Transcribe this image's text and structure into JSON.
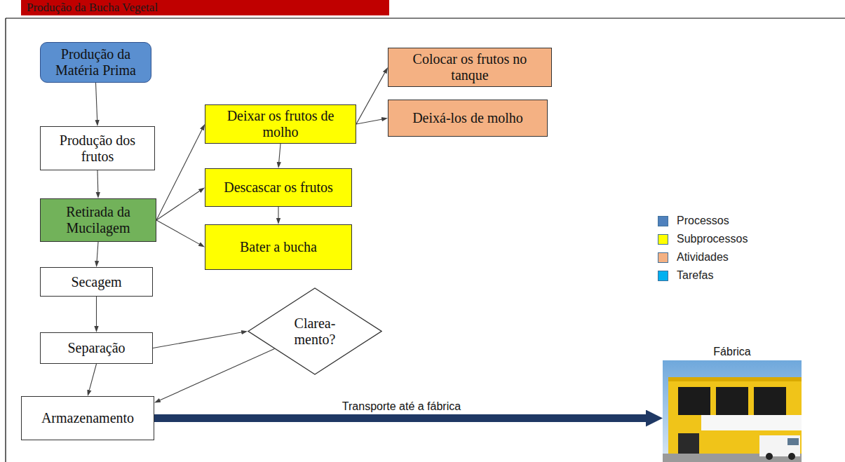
{
  "diagram": {
    "title": "Produção da Bucha Vegetal",
    "nodes": [
      {
        "text": [
          "Produção da Matéria Prima"
        ]
      },
      {
        "text": [
          "Produção dos frutos"
        ]
      },
      {
        "text": [
          "Retirada da Mucilagem"
        ]
      },
      {
        "text": [
          "Secagem"
        ]
      },
      {
        "text": [
          "Separação"
        ]
      },
      {
        "text": [
          "Clarea- mento?"
        ]
      },
      {
        "text": [
          "Armazenamento"
        ]
      },
      {
        "text": [
          "Deixar os frutos de molho"
        ]
      },
      {
        "text": [
          "Descascar os frutos"
        ]
      },
      {
        "text": [
          "Bater a bucha"
        ]
      },
      {
        "text": [
          "Colocar os frutos no tanque"
        ]
      },
      {
        "text": [
          "Deixá-los de molho"
        ]
      },
      {
        "text": [
          "Fábrica"
        ]
      }
    ],
    "edges": [
      {
        "from": 0,
        "to": 1,
        "arrow": "to"
      },
      {
        "from": 1,
        "to": 2,
        "arrow": "to"
      },
      {
        "from": 2,
        "to": 3,
        "arrow": "to"
      },
      {
        "from": 3,
        "to": 4,
        "arrow": "to"
      },
      {
        "from": 4,
        "to": 6,
        "arrow": "to"
      },
      {
        "from": 4,
        "to": 5,
        "arrow": "to"
      },
      {
        "from": 5,
        "to": 6,
        "arrow": "to"
      },
      {
        "from": 2,
        "to": 7,
        "arrow": "to"
      },
      {
        "from": 2,
        "to": 8,
        "arrow": "to"
      },
      {
        "from": 2,
        "to": 9,
        "arrow": "to"
      },
      {
        "from": 7,
        "to": 8,
        "arrow": "to"
      },
      {
        "from": 8,
        "to": 9,
        "arrow": "to"
      },
      {
        "from": 7,
        "to": 10,
        "arrow": "to"
      },
      {
        "from": 7,
        "to": 11,
        "arrow": "to"
      },
      {
        "from": 6,
        "to": 12,
        "label": "Transporte até a fábrica",
        "arrow": "to"
      }
    ],
    "legend": [
      {
        "text": "Processos",
        "color": "#4f81bd"
      },
      {
        "text": "Subprocessos",
        "color": "#ffff00"
      },
      {
        "text": "Atividades",
        "color": "#f4b183"
      },
      {
        "text": "Tarefas",
        "color": "#00b0f0"
      }
    ]
  }
}
